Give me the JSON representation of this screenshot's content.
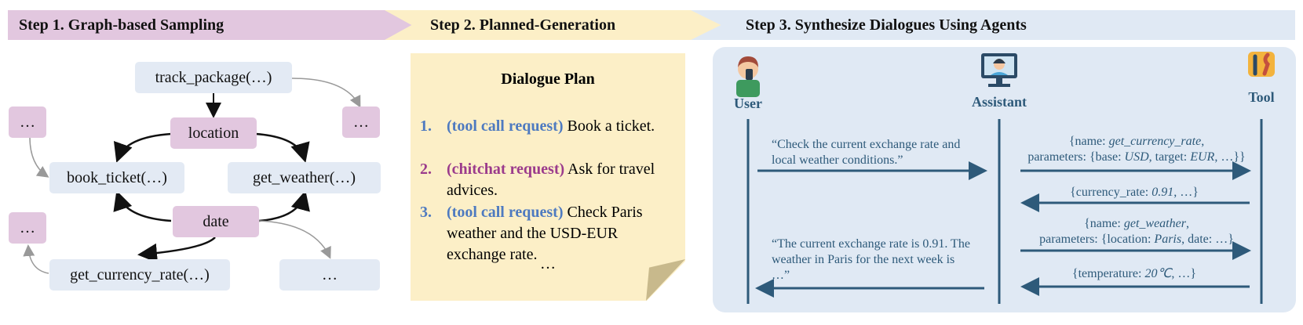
{
  "steps": {
    "step1": "Step 1. Graph-based Sampling",
    "step2": "Step 2. Planned-Generation",
    "step3": "Step 3. Synthesize Dialogues Using  Agents"
  },
  "graph": {
    "track_package": "track_package(…)",
    "location": "location",
    "book_ticket": "book_ticket(…)",
    "get_weather": "get_weather(…)",
    "date": "date",
    "get_currency_rate": "get_currency_rate(…)",
    "ellipsis": "…"
  },
  "plan": {
    "title": "Dialogue Plan",
    "items": [
      {
        "num": "1.",
        "tag": "(tool call request)",
        "text": " Book a ticket."
      },
      {
        "num": "2.",
        "tag": "(chitchat request)",
        "text": " Ask for travel advices."
      },
      {
        "num": "3.",
        "tag": "(tool call request)",
        "text": " Check Paris weather and the USD-EUR exchange rate."
      }
    ],
    "ellipsis": "…"
  },
  "agents": {
    "user": "User",
    "assistant": "Assistant",
    "tool": "Tool"
  },
  "messages": {
    "user_1": "“Check the current exchange rate and local weather conditions.”",
    "call_1_prefix": "{name: ",
    "call_1_name": "get_currency_rate",
    "call_1_line2_a": "parameters: {base: ",
    "call_1_base": "USD",
    "call_1_line2_b": ",  target: ",
    "call_1_target": "EUR",
    "call_1_line2_c": ", …}}",
    "resp_1_a": "{currency_rate: ",
    "resp_1_val": "0.91",
    "resp_1_b": ", …}",
    "call_2_prefix": "{name: ",
    "call_2_name": "get_weather",
    "call_2_line2_a": "parameters: {location: ",
    "call_2_loc": "Paris",
    "call_2_line2_b": ", date: …}",
    "resp_2_a": "{temperature: ",
    "resp_2_val": "20℃",
    "resp_2_b": ", …}",
    "assistant_reply": "“The current exchange rate is 0.91. The weather in Paris for the next week is …”"
  },
  "colors": {
    "pink": "#e2c7df",
    "yellow": "#fcefc7",
    "light_blue": "#e0e9f4",
    "node_blue": "#e3eaf4",
    "arrow_blue": "#2e5a7a",
    "tool_call_blue": "#4e7ac0",
    "chitchat_purple": "#9b3b8c"
  }
}
